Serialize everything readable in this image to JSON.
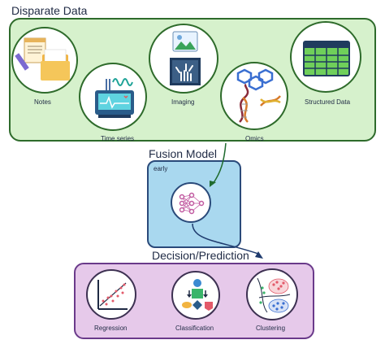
{
  "disparate": {
    "title": "Disparate Data",
    "items": [
      {
        "label": "Notes"
      },
      {
        "label": "Time series"
      },
      {
        "label": "Imaging"
      },
      {
        "label": "Omics"
      },
      {
        "label": "Structured Data"
      }
    ]
  },
  "fusion": {
    "title": "Fusion Model",
    "subtitle": "early"
  },
  "decision": {
    "title": "Decision/Prediction",
    "items": [
      {
        "label": "Regression"
      },
      {
        "label": "Classification"
      },
      {
        "label": "Clustering"
      }
    ]
  },
  "colors": {
    "green_fill": "#d6f1cc",
    "green_border": "#2e6b2b",
    "blue_fill": "#a9d8ef",
    "blue_border": "#2a4a7a",
    "purple_fill": "#e6c9ea",
    "purple_border": "#6a3a8a",
    "arrow_green": "#1f6b2e",
    "arrow_blue": "#1f3b6e"
  }
}
